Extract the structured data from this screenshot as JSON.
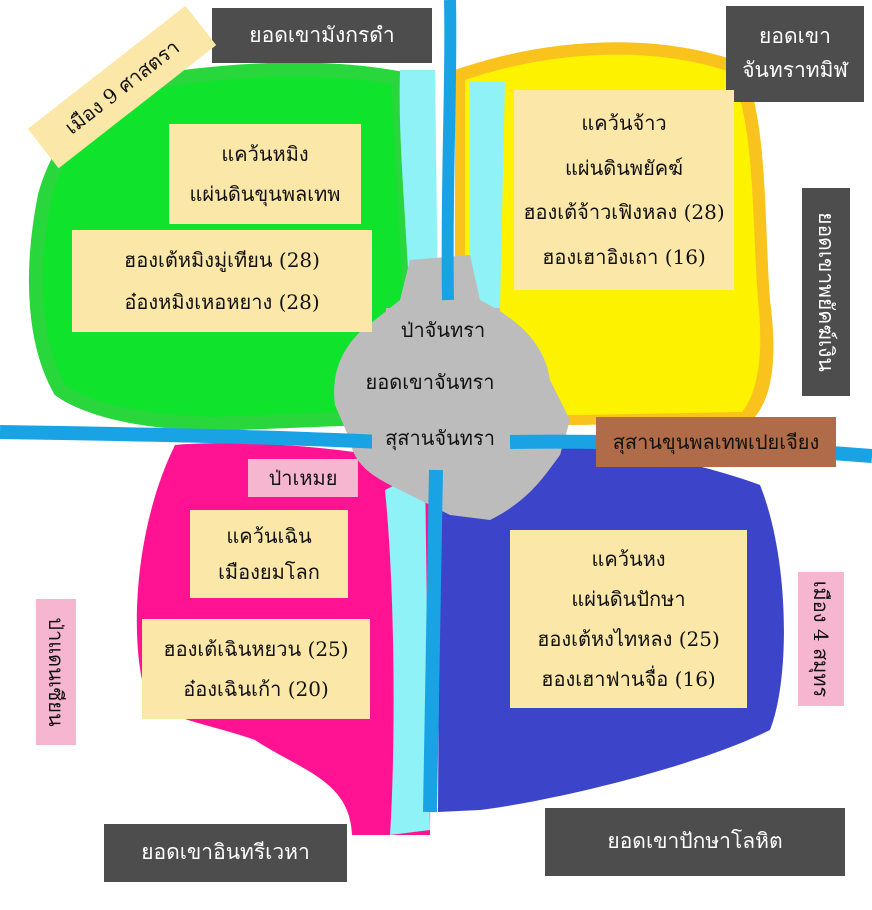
{
  "colors": {
    "green": "#10e32c",
    "green_edge": "#29d63c",
    "yellow": "#fdf200",
    "yellow_edge": "#f9c21d",
    "magenta": "#ff1393",
    "blue": "#3c45c9",
    "river": "#1aa3e4",
    "cyan": "#8ef2f6",
    "gray": "#bcbcbc",
    "label_dark": "#4d4d4d",
    "label_cream": "#fbe7a7",
    "label_pink": "#f7b6cf",
    "label_brown": "#b06c48"
  },
  "peaks": {
    "north": "ยอดเขามังกรดำ",
    "northeast": "ยอดเขา จันทราทมิฬ",
    "east": "ยอดเขาพยัคฆ์เงิน",
    "southwest": "ยอดเขาอินทรีเวหา",
    "southeast": "ยอดเขาปักษาโลหิต"
  },
  "cities": {
    "nine_sects": "เมือง 9 ศาสตรา",
    "four_seas": "เมือง 4 สมุทร",
    "west_forest": "ป่าแดนเซียน"
  },
  "center": {
    "forest": "ป่าจันทรา",
    "peak": "ยอดเขาจันทรา",
    "cemetery": "สุสานจันทรา",
    "mist_forest": "ป่าเหมย",
    "east_cemetery": "สุสานขุนพลเทพเปยเจียง"
  },
  "regions": {
    "ming": {
      "title": "แคว้นหมิง",
      "land": "แผ่นดินขุนพลเทพ",
      "rulers": [
        "ฮองเต้หมิงมู่เทียน (28)",
        "อ๋องหมิงเหอหยาง (28)"
      ]
    },
    "jiao": {
      "title": "แคว้นจ้าว",
      "land": "แผ่นดินพยัคฆ์",
      "rulers": [
        "ฮองเต้จ้าวเฟิงหลง (28)",
        "ฮองเฮาอิงเถา (16)"
      ]
    },
    "chen": {
      "title": "แคว้นเฉิน",
      "land": "เมืองยมโลก",
      "rulers": [
        "ฮองเต้เฉินหยวน (25)",
        "อ๋องเฉินเก้า (20)"
      ]
    },
    "hong": {
      "title": "แคว้นหง",
      "land": "แผ่นดินปักษา",
      "rulers": [
        "ฮองเต้หงไทหลง (25)",
        "ฮองเฮาฟานจื่อ (16)"
      ]
    }
  }
}
